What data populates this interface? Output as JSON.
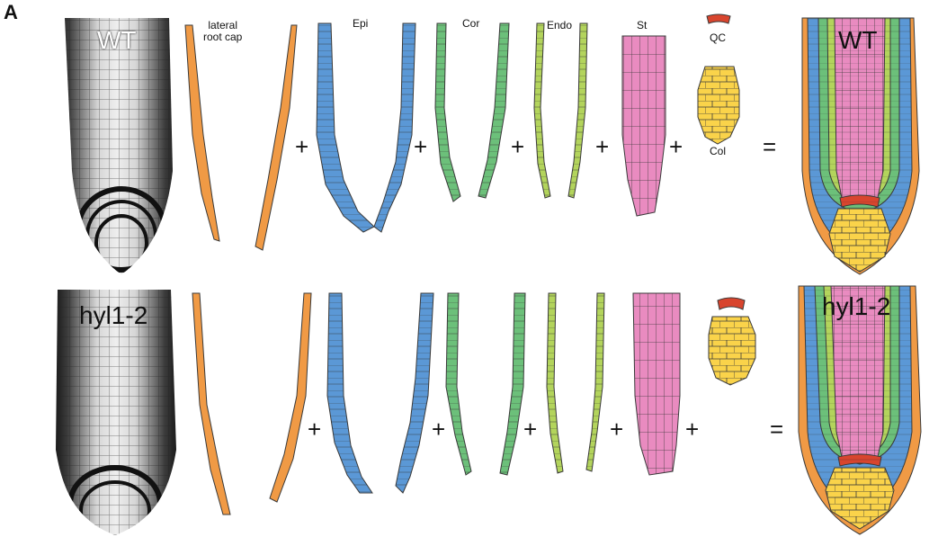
{
  "panel_label": "A",
  "rows": [
    {
      "genotype": "WT",
      "operators": [
        "+",
        "+",
        "+",
        "+",
        "+",
        "="
      ],
      "overlay_label": "WT"
    },
    {
      "genotype": "hyl1-2",
      "operators": [
        "+",
        "+",
        "+",
        "+",
        "+",
        "="
      ],
      "overlay_label": "hyl1-2"
    }
  ],
  "tissue_labels": {
    "lateral_root_cap": "lateral\nroot cap",
    "epidermis": "Epi",
    "cortex": "Cor",
    "endodermis": "Endo",
    "stele": "St",
    "quiescent_center": "QC",
    "columella": "Col"
  },
  "colors": {
    "lateral_root_cap": "#F09A45",
    "epidermis": "#5B98D6",
    "cortex": "#6CC07A",
    "endodermis": "#B3D45C",
    "stele": "#E98BC0",
    "quiescent_center": "#D8452E",
    "columella": "#FAD34A",
    "cell_wall": "#3a3a3a"
  }
}
